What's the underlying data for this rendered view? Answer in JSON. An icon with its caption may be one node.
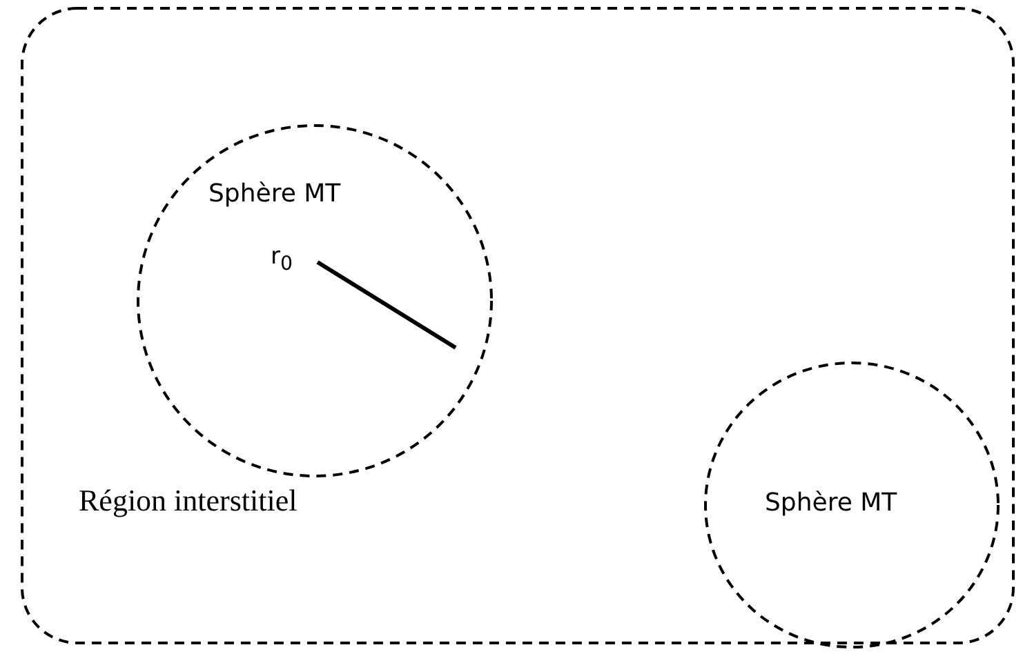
{
  "diagram": {
    "nodes": [
      {
        "text": [
          "Région interstitiel"
        ]
      },
      {
        "text": [
          "Sphère MT"
        ],
        "in": 0
      },
      {
        "text": [
          "Sphère MT"
        ],
        "in": 0
      }
    ],
    "labels": [
      "r$_{0}$"
    ]
  }
}
